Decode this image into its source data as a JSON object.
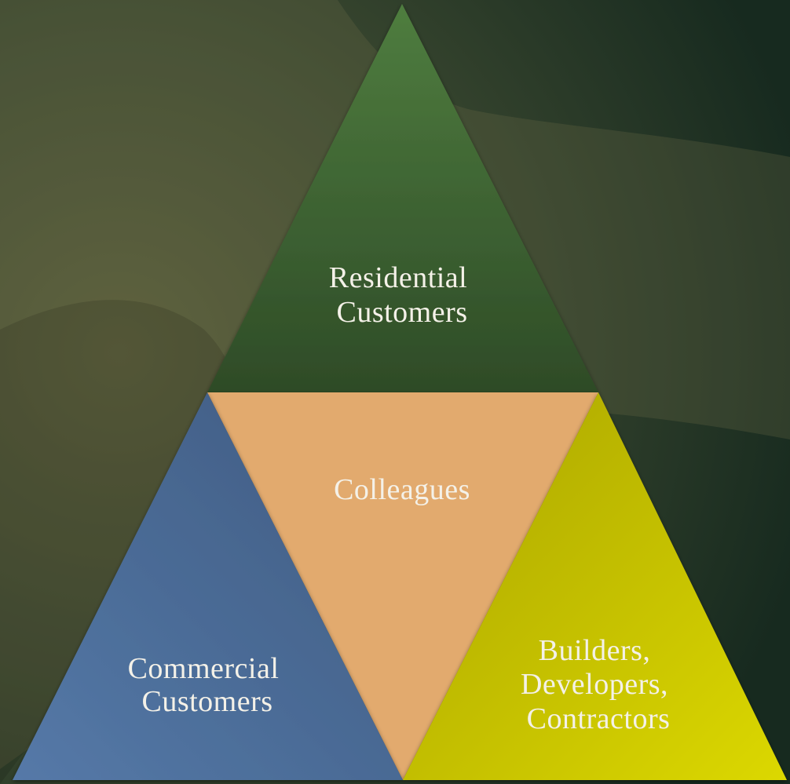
{
  "diagram": {
    "segments": [
      {
        "id": "top",
        "lines": [
          "Residential",
          "Customers"
        ],
        "color_top": "#4f7d3f",
        "color_bottom": "#2e4b27"
      },
      {
        "id": "center",
        "lines": [
          "Colleagues"
        ],
        "color_top": "#e2aa6e",
        "color_bottom": "#e2aa6e"
      },
      {
        "id": "left",
        "lines": [
          "Commercial",
          "Customers"
        ],
        "color_top": "#3e5a80",
        "color_bottom": "#5579a8"
      },
      {
        "id": "right",
        "lines": [
          "Builders,",
          "Developers,",
          "Contractors"
        ],
        "color_top": "#a9a400",
        "color_bottom": "#dcd800"
      }
    ]
  },
  "background": {
    "description_colors": [
      "#1b2d22",
      "#3a4a30",
      "#56603f"
    ]
  }
}
